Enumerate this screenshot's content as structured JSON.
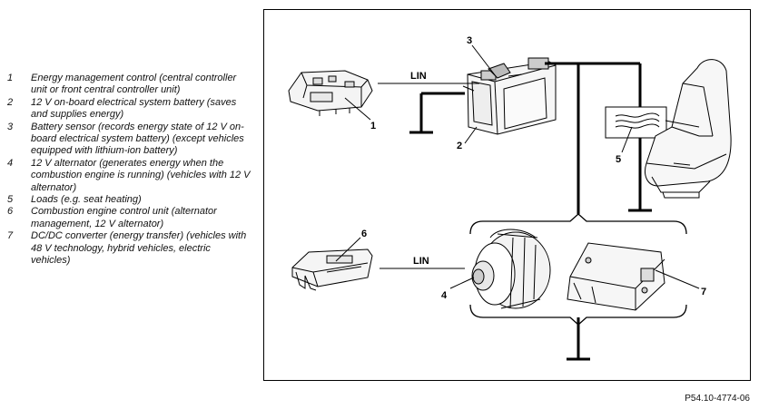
{
  "legend": [
    {
      "num": "1",
      "text": "Energy management control (central controller unit or front central controller unit)"
    },
    {
      "num": "2",
      "text": "12 V on-board electrical system battery (saves and supplies energy)"
    },
    {
      "num": "3",
      "text": "Battery sensor (records energy state of 12 V on-board electrical system battery) (except vehicles equipped with lithium-ion battery)"
    },
    {
      "num": "4",
      "text": "12 V alternator (generates energy when the combustion engine is running) (vehicles with 12 V alternator)"
    },
    {
      "num": "5",
      "text": "Loads (e.g. seat heating)"
    },
    {
      "num": "6",
      "text": "Combustion engine control unit (alternator management, 12 V alternator)"
    },
    {
      "num": "7",
      "text": "DC/DC converter (energy transfer) (vehicles with 48 V technology, hybrid vehicles, electric vehicles)"
    }
  ],
  "diagram": {
    "lin_top": "LIN",
    "lin_bottom": "LIN",
    "callouts": {
      "c1": "1",
      "c2": "2",
      "c3": "3",
      "c4": "4",
      "c5": "5",
      "c6": "6",
      "c7": "7"
    }
  },
  "figure_code": "P54.10-4774-06"
}
